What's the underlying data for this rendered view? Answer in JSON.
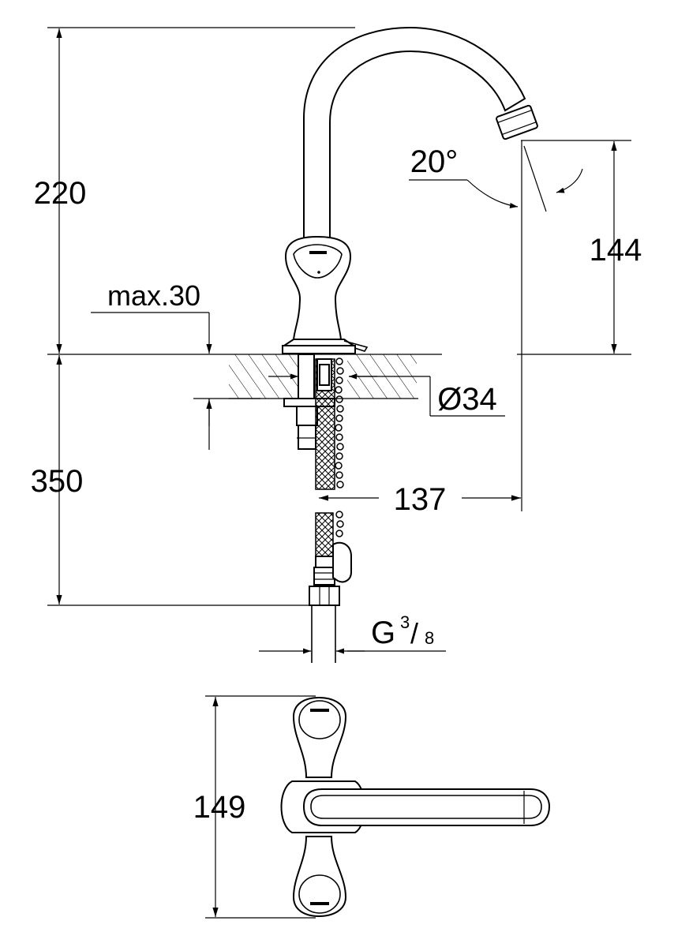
{
  "dimensions": {
    "height_220": "220",
    "height_144": "144",
    "height_350": "350",
    "max_30": "max.30",
    "diameter_34": "Ø34",
    "reach_137": "137",
    "angle_20": "20°",
    "thread_g": "G",
    "thread_num": "3",
    "thread_den": "8",
    "width_149": "149"
  }
}
